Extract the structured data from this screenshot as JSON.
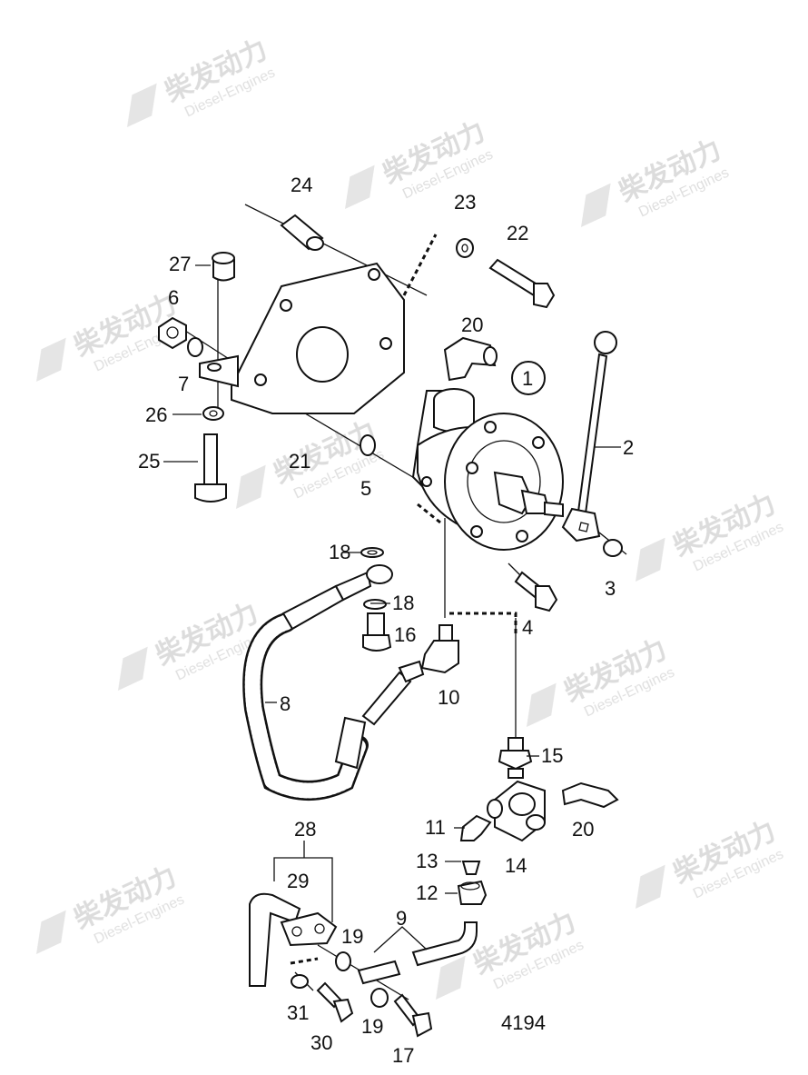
{
  "watermark": {
    "brand": "柴发动力",
    "sub": "Diesel-Engines"
  },
  "figure_number": "4194",
  "callouts": [
    "1",
    "2",
    "3",
    "4",
    "5",
    "6",
    "7",
    "8",
    "9",
    "10",
    "11",
    "12",
    "13",
    "14",
    "15",
    "16",
    "17",
    "18",
    "18",
    "19",
    "19",
    "20",
    "20",
    "21",
    "22",
    "23",
    "24",
    "25",
    "26",
    "27",
    "28",
    "29",
    "30",
    "31"
  ]
}
